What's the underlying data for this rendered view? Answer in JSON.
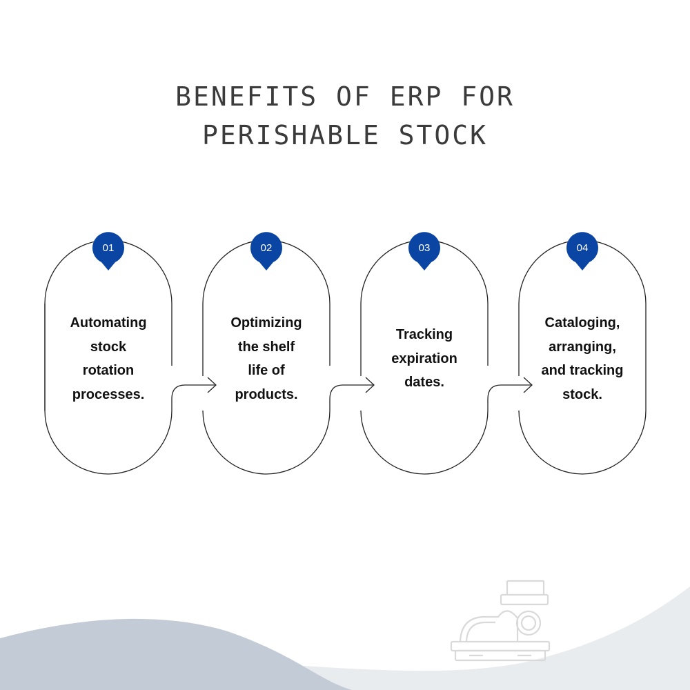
{
  "title": {
    "line1": "BENEFITS OF ERP FOR",
    "line2": "PERISHABLE STOCK"
  },
  "steps": [
    {
      "number": "01",
      "text": [
        "Automating",
        "stock",
        "rotation",
        "processes."
      ]
    },
    {
      "number": "02",
      "text": [
        "Optimizing",
        "the shelf",
        "life of",
        "products."
      ]
    },
    {
      "number": "03",
      "text": [
        "Tracking",
        "expiration",
        "dates."
      ]
    },
    {
      "number": "04",
      "text": [
        "Cataloging,",
        "arranging,",
        "and tracking",
        "stock."
      ]
    }
  ],
  "colors": {
    "badge": "#0b45a3",
    "title": "#3b3b3b",
    "outline": "#222222",
    "wave_back": "#e9ecef",
    "wave_front": "#c3ccd6",
    "watermark": "#d9d9d9"
  },
  "icons": {
    "decoration": "cash-register-icon",
    "connector": "arrow-right-icon"
  }
}
